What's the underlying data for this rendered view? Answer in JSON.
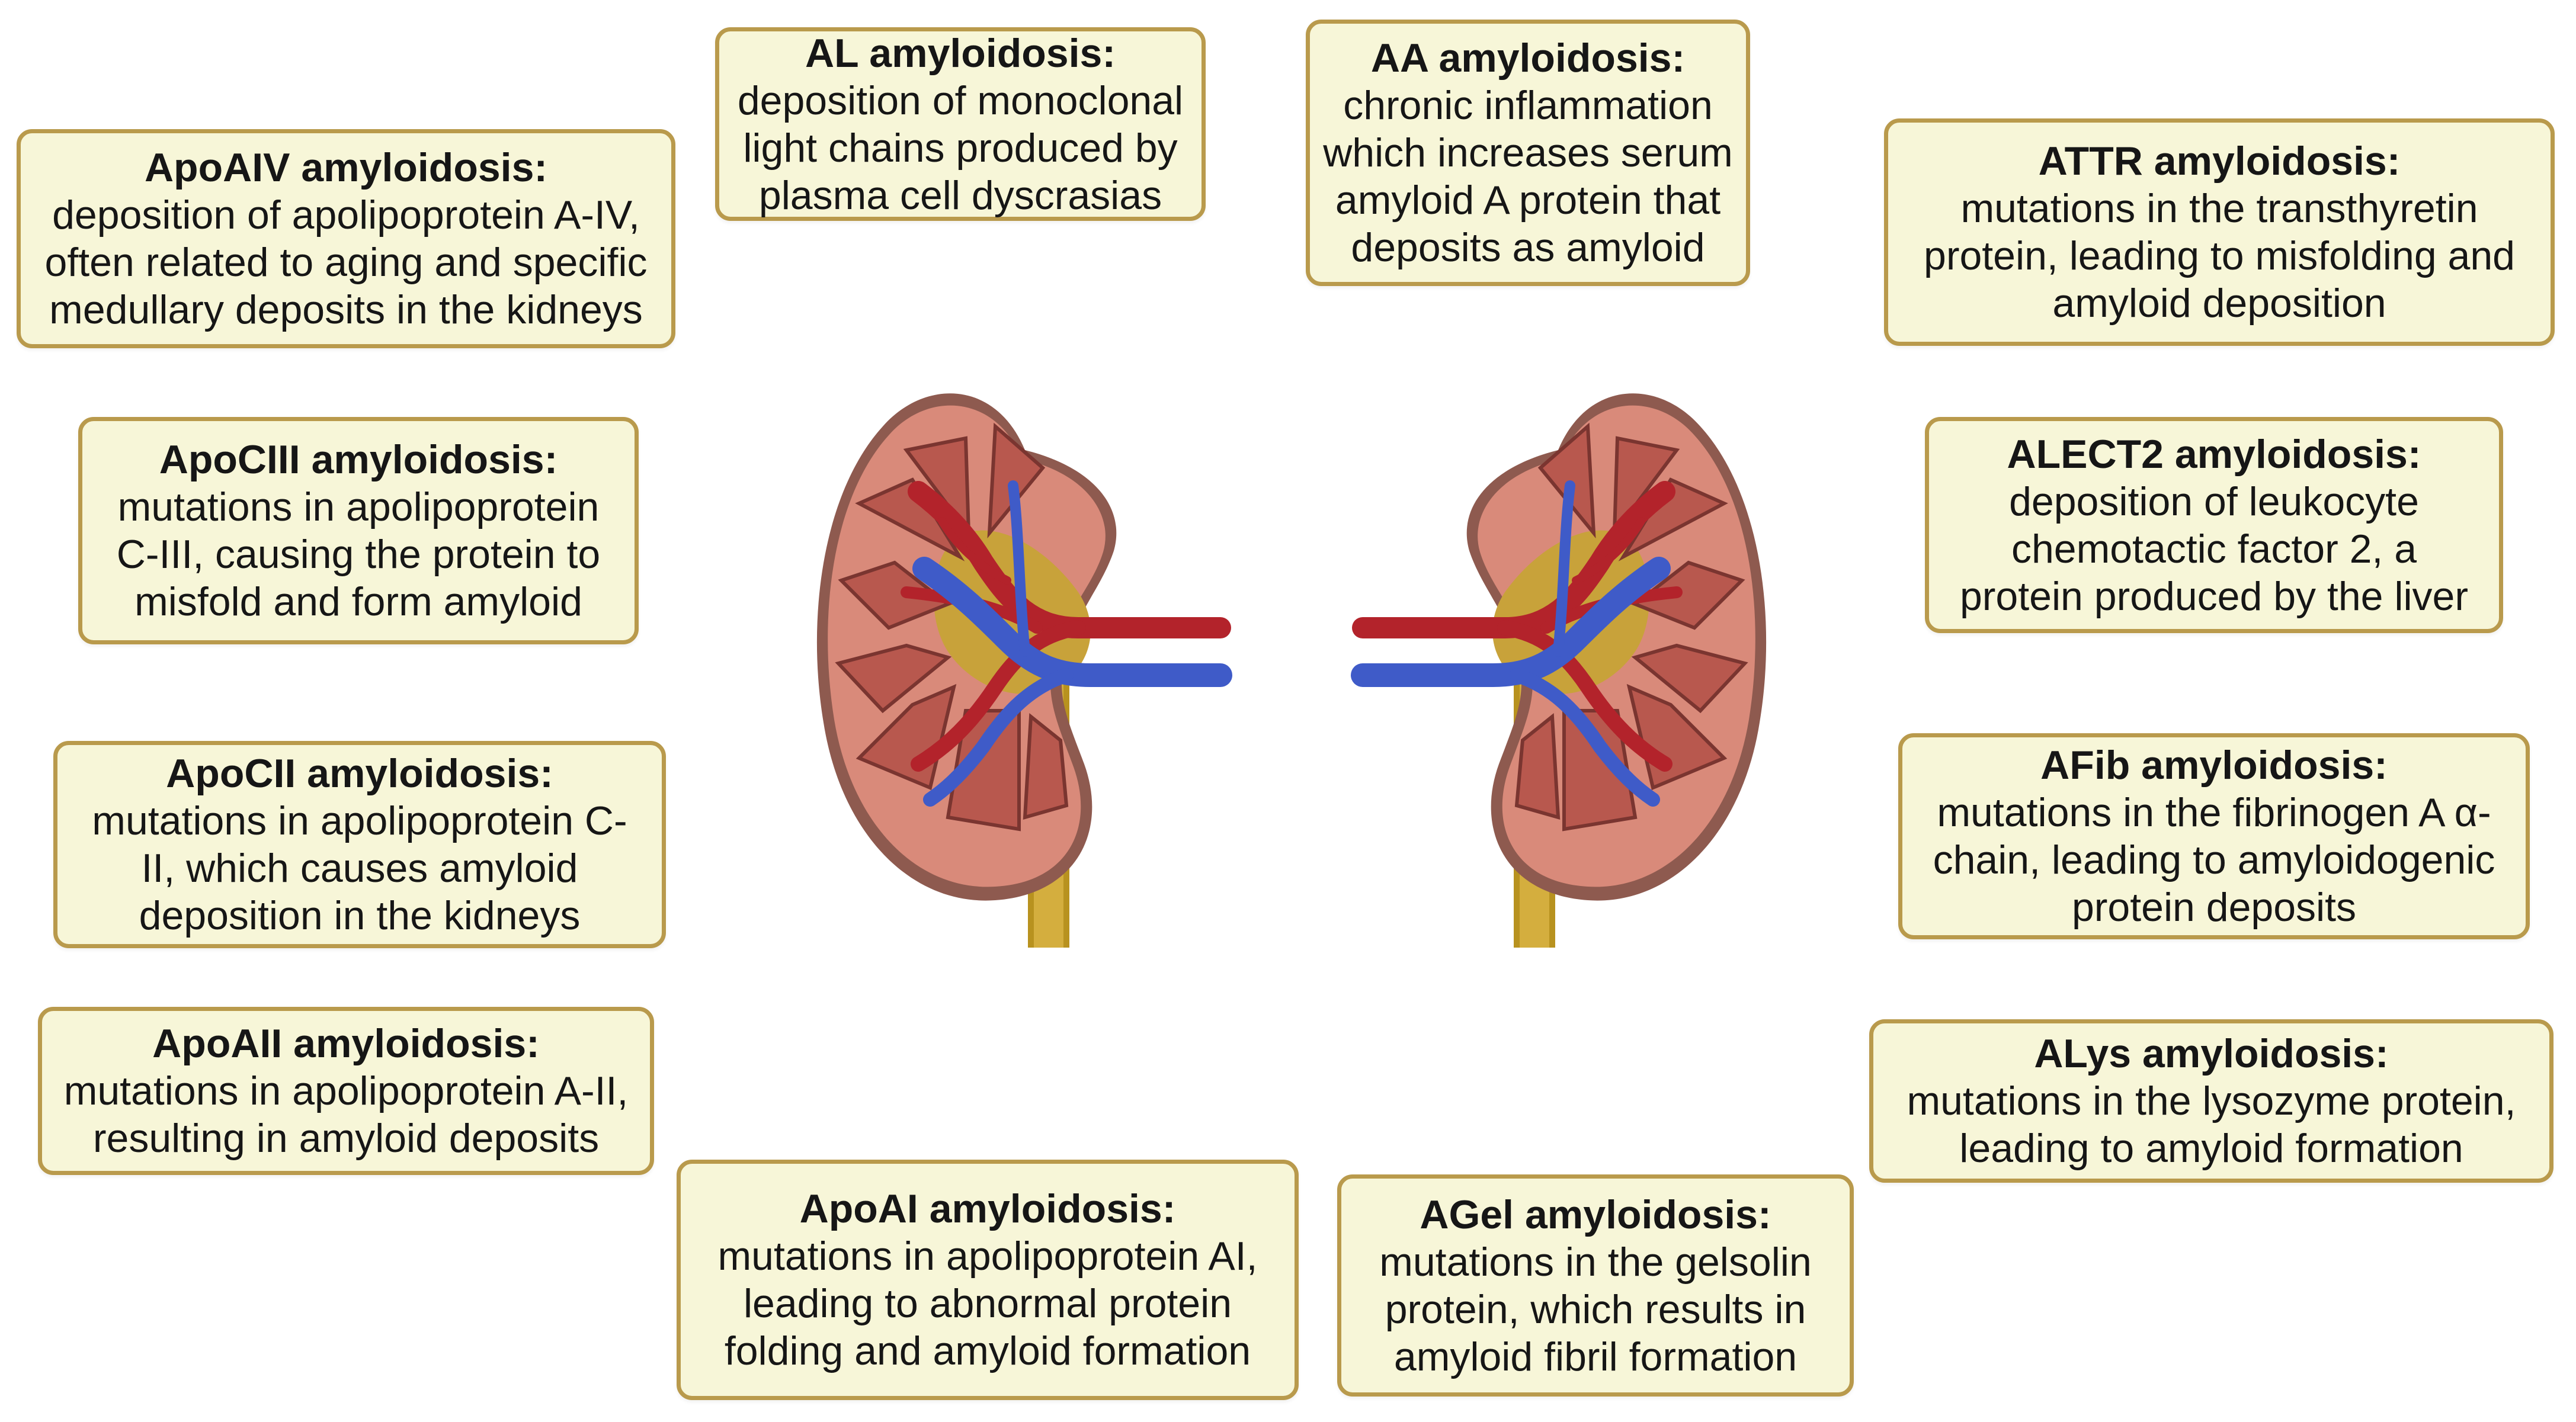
{
  "colors": {
    "box_fill": "#f7f6d8",
    "box_border": "#b99a4c",
    "cortex": "#d98a7a",
    "capsule": "#8e5a4f",
    "pyramid": "#b8584e",
    "artery": "#b3232b",
    "vein": "#3f5bc8",
    "pelvis": "#c8a23a"
  },
  "boxes": {
    "al": {
      "title": "AL amyloidosis:",
      "desc": "deposition of monoclonal\nlight chains produced by\nplasma cell dyscrasias"
    },
    "aa": {
      "title": "AA amyloidosis:",
      "desc": "chronic inflammation\nwhich increases serum\namyloid A protein that\ndeposits as amyloid"
    },
    "apoaiv": {
      "title": "ApoAIV amyloidosis:",
      "desc": "deposition of apolipoprotein A-IV,\noften related to aging and specific\nmedullary deposits in the kidneys"
    },
    "attr": {
      "title": "ATTR amyloidosis:",
      "desc": "mutations in the transthyretin\nprotein, leading to misfolding and\namyloid deposition"
    },
    "apociii": {
      "title": "ApoCIII amyloidosis:",
      "desc": "mutations in apolipoprotein\nC-III, causing the protein to\nmisfold and form amyloid"
    },
    "alect2": {
      "title": "ALECT2 amyloidosis:",
      "desc": "deposition of leukocyte\nchemotactic factor 2, a\nprotein produced by the liver"
    },
    "apocii": {
      "title": "ApoCII amyloidosis:",
      "desc": "mutations in apolipoprotein C-\nII, which causes amyloid\ndeposition in the kidneys"
    },
    "afib": {
      "title": "AFib amyloidosis:",
      "desc": "mutations in the fibrinogen A α-\nchain, leading to amyloidogenic\nprotein deposits"
    },
    "apoaii": {
      "title": "ApoAII amyloidosis:",
      "desc": "mutations in apolipoprotein A-II,\nresulting in amyloid deposits"
    },
    "alys": {
      "title": "ALys amyloidosis:",
      "desc": "mutations in the lysozyme protein,\nleading to amyloid formation"
    },
    "apoai": {
      "title": "ApoAI amyloidosis:",
      "desc": "mutations in apolipoprotein AI,\nleading to abnormal protein\nfolding and amyloid formation"
    },
    "agel": {
      "title": "AGel amyloidosis:",
      "desc": "mutations in the gelsolin\nprotein, which results in\namyloid fibril formation"
    }
  }
}
